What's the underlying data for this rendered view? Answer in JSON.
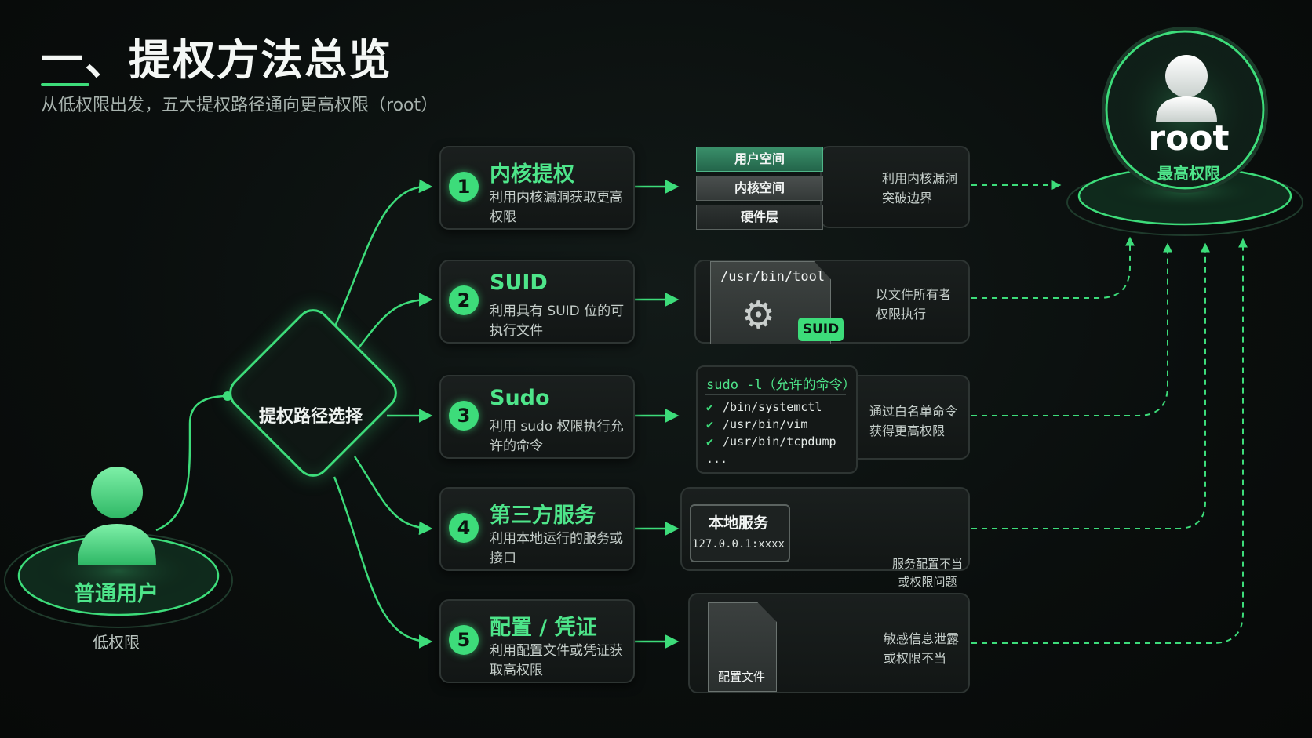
{
  "header": {
    "title": "一、提权方法总览",
    "subtitle": "从低权限出发，五大提权路径通向更高权限（root）"
  },
  "start": {
    "label": "普通用户",
    "caption": "低权限"
  },
  "hub": {
    "label": "提权路径选择"
  },
  "target": {
    "label": "root",
    "caption": "最高权限"
  },
  "methods": [
    {
      "num": "1",
      "title": "内核提权",
      "desc": "利用内核漏洞获取更高权限"
    },
    {
      "num": "2",
      "title": "SUID",
      "desc": "利用具有 SUID 位的可执行文件"
    },
    {
      "num": "3",
      "title": "Sudo",
      "desc": "利用 sudo 权限执行允许的命令"
    },
    {
      "num": "4",
      "title": "第三方服务",
      "desc": "利用本地运行的服务或接口"
    },
    {
      "num": "5",
      "title": "配置 / 凭证",
      "desc": "利用配置文件或凭证获取高权限"
    }
  ],
  "kernel": {
    "layers": [
      "用户空间",
      "内核空间",
      "硬件层"
    ],
    "note": "利用内核漏洞突破边界"
  },
  "suid": {
    "path": "/usr/bin/tool",
    "badge": "SUID",
    "note": "以文件所有者权限执行"
  },
  "sudo": {
    "command": "sudo -l（允许的命令）",
    "entries": [
      "/bin/systemctl",
      "/usr/bin/vim",
      "/usr/bin/tcpdump"
    ],
    "more": "...",
    "note": "通过白名单命令获得更高权限"
  },
  "service": {
    "title": "本地服务",
    "address": "127.0.0.1:xxxx",
    "note": "服务配置不当或权限问题"
  },
  "config": {
    "file_label": "配置文件",
    "note": "敏感信息泄露或权限不当"
  },
  "colors": {
    "accent": "#3ddc7a",
    "background": "#0a0e0d",
    "card": "#161a19"
  },
  "icons": [
    "user-icon",
    "fork-arrows-icon",
    "target-icon",
    "gear-icon",
    "checkmark-icon",
    "network-port-icon",
    "database-icon",
    "document-icon",
    "key-icon"
  ]
}
